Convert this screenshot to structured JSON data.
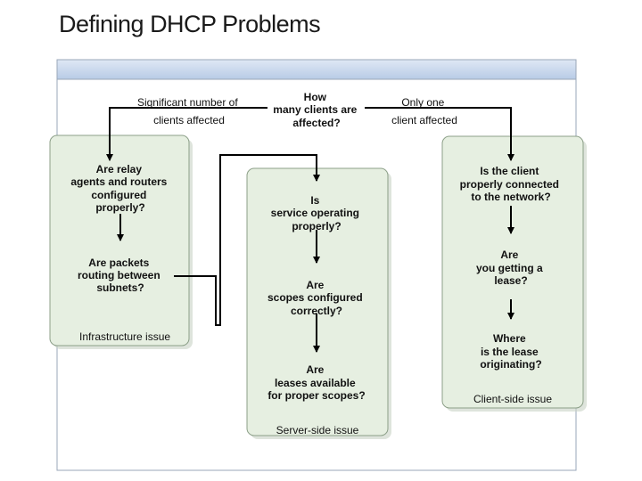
{
  "title": "Defining DHCP Problems",
  "colors": {
    "panel_fill": "#e6efe1",
    "panel_border": "#8c9f88",
    "frame_header": "#c9d8ec",
    "frame_border": "#9aa7b8",
    "line": "#000000"
  },
  "diagram": {
    "labels": {
      "left_branch": [
        "Significant number of",
        "clients affected"
      ],
      "right_branch": [
        "Only one",
        "client affected"
      ]
    },
    "questions": {
      "how_many": [
        "How",
        "many clients are",
        "affected?"
      ],
      "relay_agents": [
        "Are relay",
        "agents and routers",
        "configured",
        "properly?"
      ],
      "packets_routing": [
        "Are packets",
        "routing between",
        "subnets?"
      ],
      "service_operating": [
        "Is",
        "service operating",
        "properly?"
      ],
      "scopes_configured": [
        "Are",
        "scopes configured",
        "correctly?"
      ],
      "leases_available": [
        "Are",
        "leases available",
        "for proper scopes?"
      ],
      "client_connected": [
        "Is the client",
        "properly connected",
        "to the network?"
      ],
      "getting_lease": [
        "Are",
        "you getting a",
        "lease?"
      ],
      "lease_origin": [
        "Where",
        "is the lease",
        "originating?"
      ]
    },
    "panels": {
      "infrastructure": "Infrastructure issue",
      "server": "Server-side issue",
      "client": "Client-side issue"
    }
  }
}
